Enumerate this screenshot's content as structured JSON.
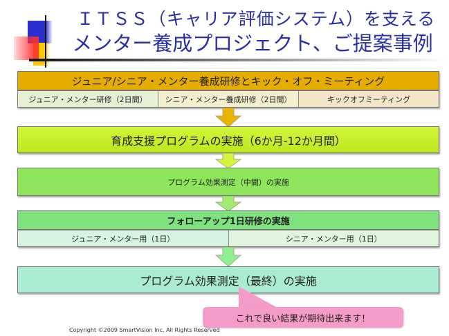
{
  "title": {
    "line1": "ＩＴＳＳ（キャリア評価システム）を支える",
    "line2": "メンター養成プロジェクト、ご提案事例"
  },
  "steps": [
    {
      "label": "ジュニア/シニア・メンター養成研修とキック・オフ・ミーティング",
      "sub": [
        "ジュニア・メンター研修（2日間）",
        "シニア・メンター養成研修（2日間）",
        "キックオフミーティング"
      ]
    },
    {
      "label": "育成支援プログラムの実施（6か月-12か月間）"
    },
    {
      "label": "プログラム効果測定（中間）の実施"
    },
    {
      "label": "フォローアップ1日研修の実施",
      "sub": [
        "ジュニア・メンター用（1日）",
        "シニア・メンター用（1日）"
      ]
    },
    {
      "label": "プログラム効果測定（最終）の実施"
    }
  ],
  "callout": "これで良い結果が期待出来ます！",
  "copyright": "Copyright ©2009  SmartVision Inc. All Rights Reserved",
  "colors": {
    "title": "#2a2fa8",
    "step1": "#e6ad00",
    "step2": "#c6f22a",
    "step3": "#8fe65c",
    "step4": "#7fe27f",
    "step5": "#a9ecd2",
    "callout": "#f59bc9"
  }
}
